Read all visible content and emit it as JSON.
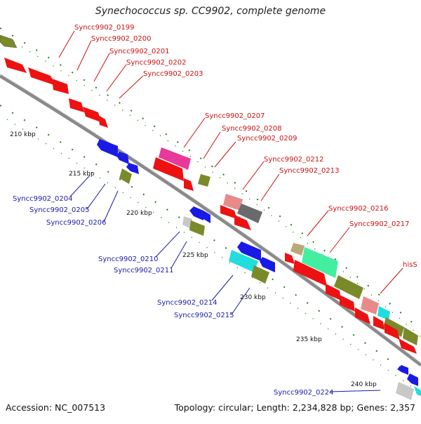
{
  "title": "Synechococcus sp. CC9902, complete genome",
  "footer": {
    "accession": "Accession: NC_007513",
    "summary": "Topology: circular; Length: 2,234,828 bp; Genes: 2,357"
  },
  "colors": {
    "backbone": "#8a8a8a",
    "tick": "#2a7a1f",
    "forward_label": "#cc1111",
    "reverse_label": "#1a1aa8",
    "red": "#ee1111",
    "blue": "#1a1ae6",
    "olive": "#7a8a2a",
    "magenta": "#e8389a",
    "salmon": "#e88a8a",
    "gray": "#6a6a6a",
    "tan": "#bba877",
    "mint": "#44eea0",
    "cyan": "#22dddd",
    "silver": "#c8c8c8"
  },
  "scale_labels": [
    "210 kbp",
    "215 kbp",
    "220 kbp",
    "225 kbp",
    "230 kbp",
    "235 kbp",
    "240 kbp"
  ],
  "forward_labels": [
    "Syncc9902_0199",
    "Syncc9902_0200",
    "Syncc9902_0201",
    "Syncc9902_0202",
    "Syncc9902_0203",
    "Syncc9902_0207",
    "Syncc9902_0208",
    "Syncc9902_0209",
    "Syncc9902_0212",
    "Syncc9902_0213",
    "Syncc9902_0216",
    "Syncc9902_0217",
    "hisS"
  ],
  "reverse_labels": [
    "Syncc9902_0204",
    "Syncc9902_0205",
    "Syncc9902_0206",
    "Syncc9902_0210",
    "Syncc9902_0211",
    "Syncc9902_0214",
    "Syncc9902_0215",
    "Syncc9902_0224"
  ]
}
